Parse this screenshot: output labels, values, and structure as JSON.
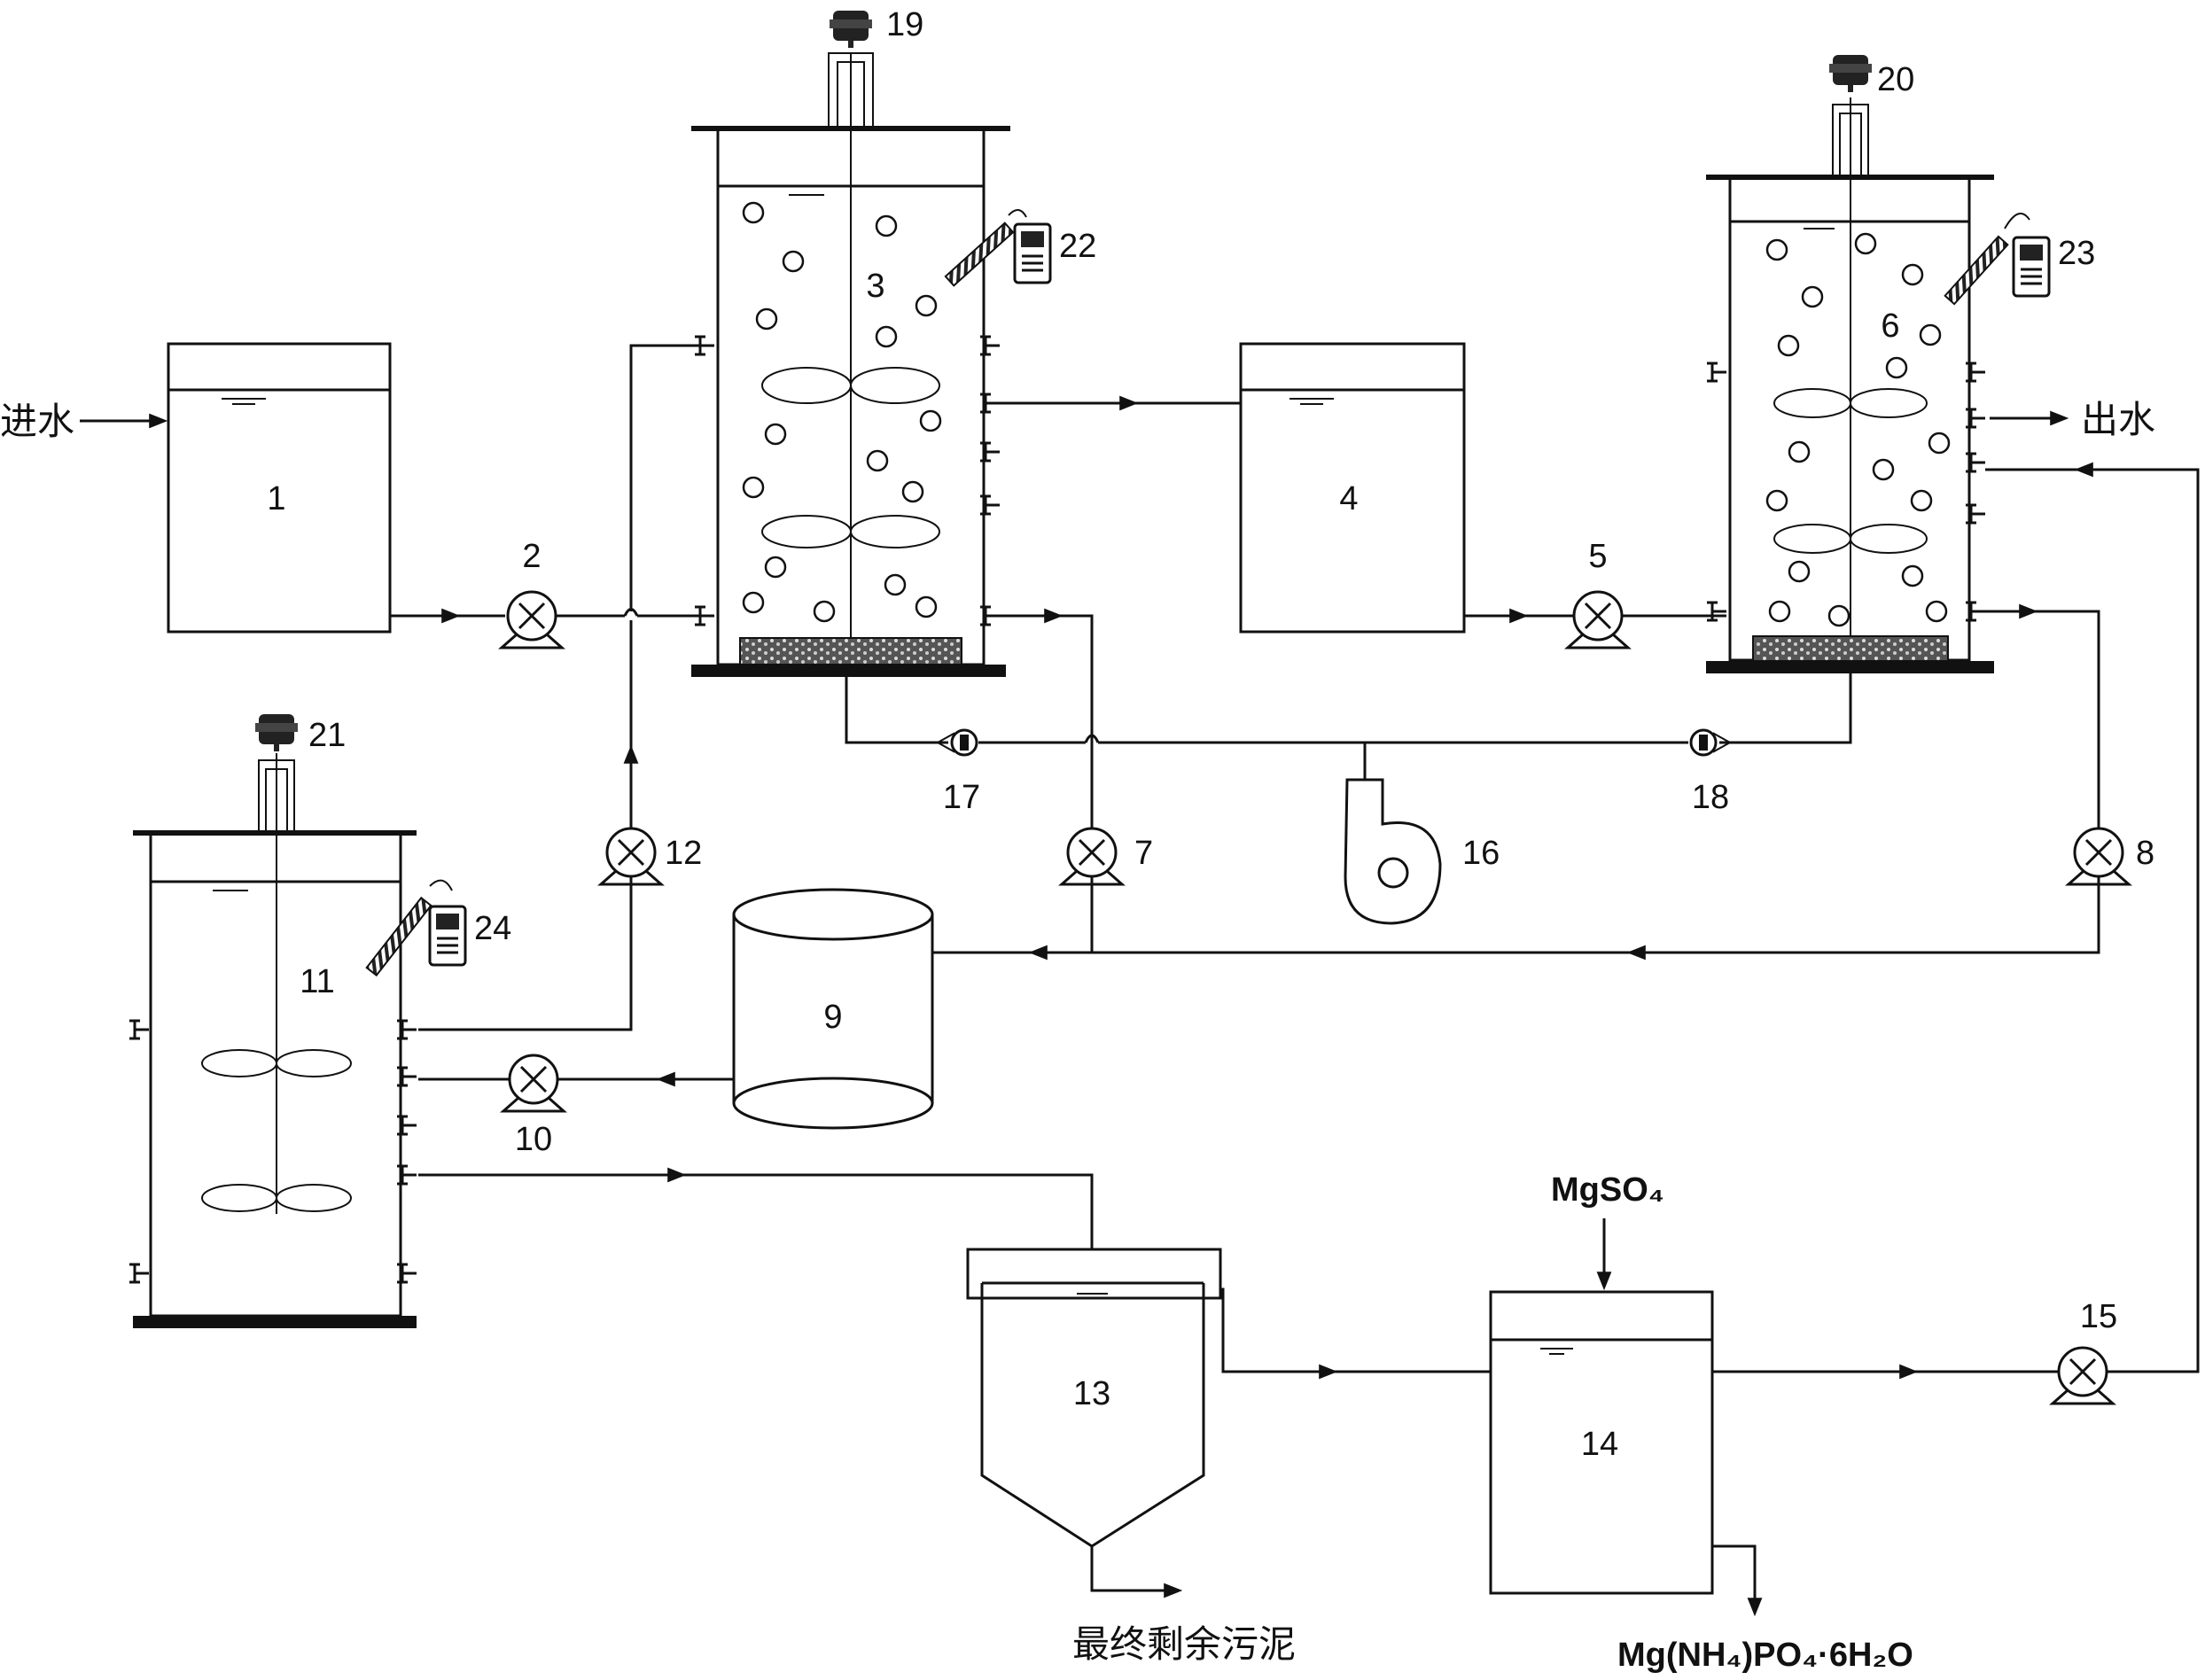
{
  "labels": {
    "u1": "1",
    "u2": "2",
    "u3": "3",
    "u4": "4",
    "u5": "5",
    "u6": "6",
    "u7": "7",
    "u8": "8",
    "u9": "9",
    "u10": "10",
    "u11": "11",
    "u12": "12",
    "u13": "13",
    "u14": "14",
    "u15": "15",
    "u16": "16",
    "u17": "17",
    "u18": "18",
    "u19": "19",
    "u20": "20",
    "u21": "21",
    "u22": "22",
    "u23": "23",
    "u24": "24"
  },
  "texts": {
    "inflow": "进水",
    "outflow": "出水",
    "mgso4": "MgSO₄",
    "struvite": "Mg(NH₄)PO₄·6H₂O",
    "sludge": "最终剩余污泥"
  }
}
